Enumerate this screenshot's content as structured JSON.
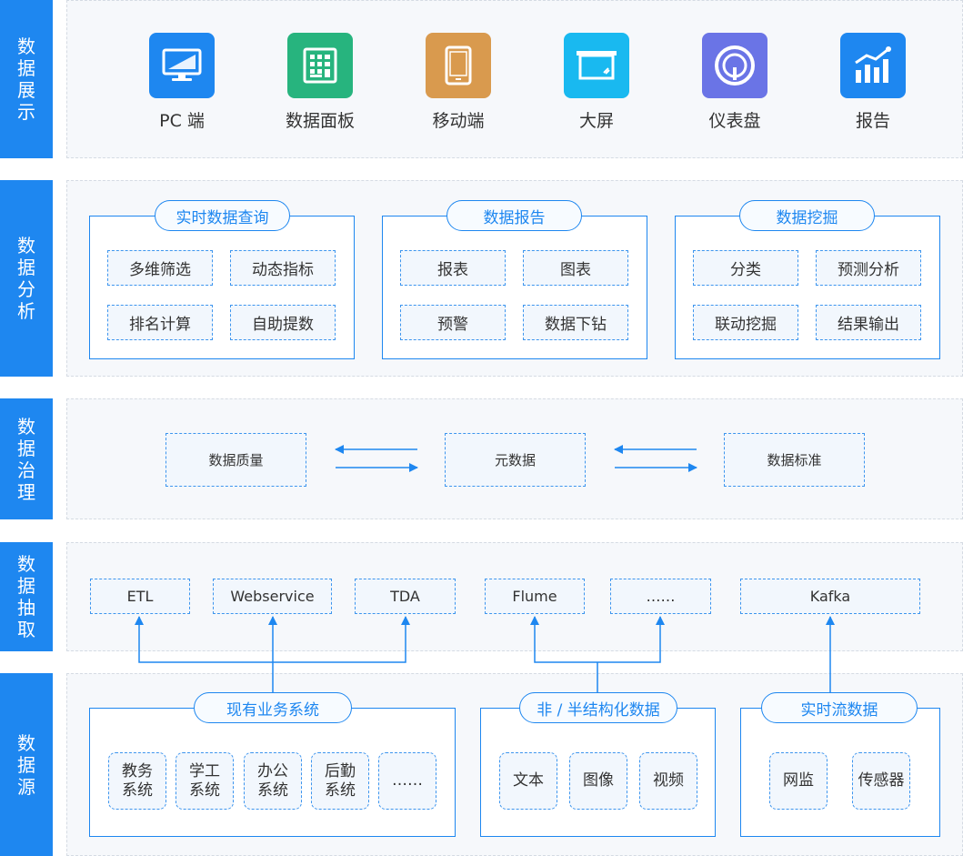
{
  "layers": {
    "display": "数据展示",
    "analysis": "数据分析",
    "governance": "数据治理",
    "extraction": "数据抽取",
    "source": "数据源"
  },
  "display_items": [
    {
      "label": "PC 端",
      "icon": "monitor-icon",
      "color": "#1e87f0"
    },
    {
      "label": "数据面板",
      "icon": "grid-panel-icon",
      "color": "#27b47e"
    },
    {
      "label": "移动端",
      "icon": "mobile-phone-icon",
      "color": "#d99a4e"
    },
    {
      "label": "大屏",
      "icon": "big-screen-icon",
      "color": "#19b9f0"
    },
    {
      "label": "仪表盘",
      "icon": "gauge-icon",
      "color": "#6a74e6"
    },
    {
      "label": "报告",
      "icon": "bar-chart-icon",
      "color": "#1e87f0"
    }
  ],
  "analysis_groups": [
    {
      "title": "实时数据查询",
      "items": [
        "多维筛选",
        "动态指标",
        "排名计算",
        "自助提数"
      ]
    },
    {
      "title": "数据报告",
      "items": [
        "报表",
        "图表",
        "预警",
        "数据下钻"
      ]
    },
    {
      "title": "数据挖掘",
      "items": [
        "分类",
        "预测分析",
        "联动挖掘",
        "结果输出"
      ]
    }
  ],
  "governance_items": [
    "数据质量",
    "元数据",
    "数据标准"
  ],
  "extraction_items": [
    "ETL",
    "Webservice",
    "TDA",
    "Flume",
    "……",
    "Kafka"
  ],
  "source_groups": [
    {
      "title": "现有业务系统",
      "items": [
        "教务\n系统",
        "学工\n系统",
        "办公\n系统",
        "后勤\n系统",
        "……"
      ]
    },
    {
      "title": "非 / 半结构化数据",
      "items": [
        "文本",
        "图像",
        "视频"
      ]
    },
    {
      "title": "实时流数据",
      "items": [
        "网监",
        "传感器"
      ]
    }
  ],
  "colors": {
    "accent": "#1e87f0",
    "panel": "#f6f8fb"
  }
}
